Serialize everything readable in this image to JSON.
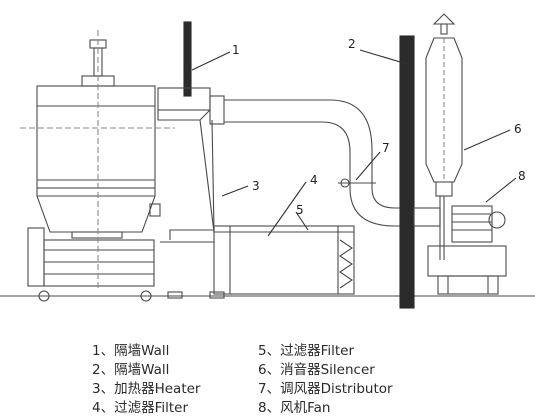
{
  "callouts": [
    "1",
    "2",
    "3",
    "4",
    "5",
    "6",
    "7",
    "8"
  ],
  "legend": [
    "1、隔墙Wall",
    "2、隔墙Wall",
    "3、加热器Heater",
    "4、过滤器Filter",
    "5、过滤器Filter",
    "6、消音器Silencer",
    "7、调风器Distributor",
    "8、风机Fan"
  ],
  "colors": {
    "line": "#4a4a4a",
    "wall": "#2b2b2b",
    "bg": "#ffffff",
    "text": "#2a2a2a"
  }
}
